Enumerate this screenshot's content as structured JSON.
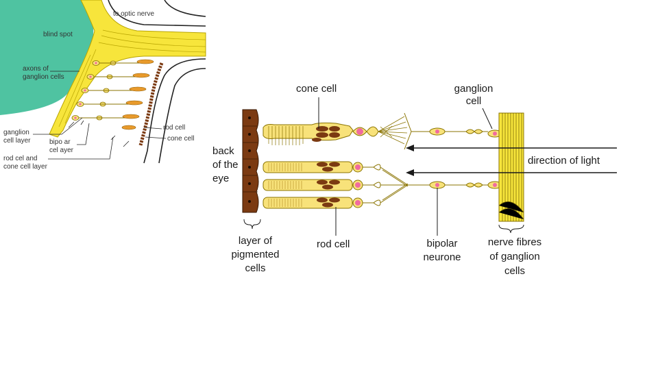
{
  "colors": {
    "blind_spot": "#4FC3A1",
    "nerve_yellow": "#F7E53B",
    "cell_yellow": "#F8E27A",
    "cell_outline": "#8A7300",
    "pigment_brown": "#7B3A12",
    "nucleus_pink": "#F06BA0",
    "cone_orange": "#E89A2C",
    "line_black": "#1a1a1a"
  },
  "left_diagram": {
    "labels": {
      "optic_nerve": "to optic nerve",
      "blind_spot": "blind spot",
      "axons_line1": "axons of",
      "axons_line2": "ganglion cells",
      "ganglion_layer_line1": "ganglion",
      "ganglion_layer_line2": "cell layer",
      "bipolar_layer_line1": "bipo ar",
      "bipolar_layer_line2": "cel  ayer",
      "rod_cone_layer_line1": "rod cel  and",
      "rod_cone_layer_line2": "cone cell layer",
      "rod_cell": "rod cell",
      "cone_cell": "cone cell"
    }
  },
  "right_diagram": {
    "labels": {
      "cone_cell": "cone cell",
      "ganglion_line1": "ganglion",
      "ganglion_line2": "cell",
      "back_line1": "back",
      "back_line2": "of the",
      "back_line3": "eye",
      "direction_of_light": "direction of  light",
      "pigment_line1": "layer of",
      "pigment_line2": "pigmented",
      "pigment_line3": "cells",
      "rod_cell": "rod cell",
      "bipolar_line1": "bipolar",
      "bipolar_line2": "neurone",
      "nerve_line1": "nerve fibres",
      "nerve_line2": "of ganglion",
      "nerve_line3": "cells"
    }
  }
}
